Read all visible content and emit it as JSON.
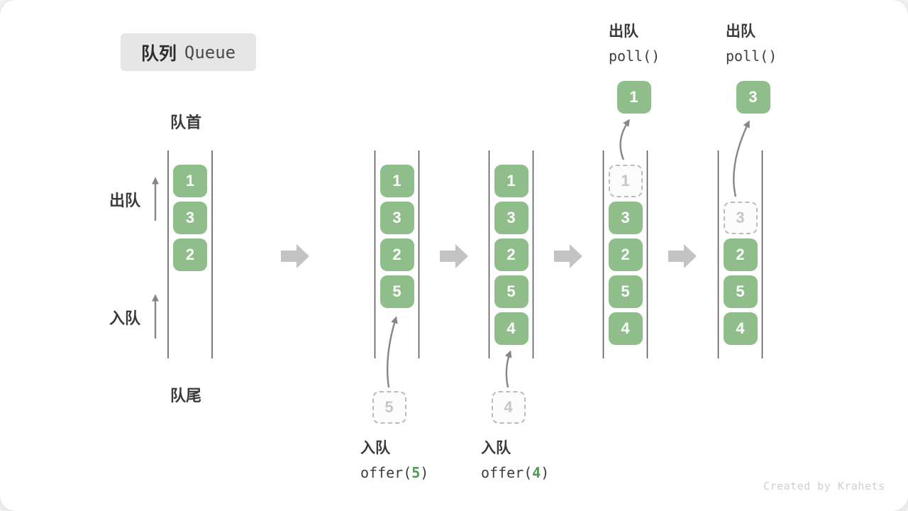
{
  "title": {
    "zh": "队列",
    "en": "Queue"
  },
  "labels": {
    "front": "队首",
    "rear": "队尾",
    "dequeue": "出队",
    "enqueue": "入队"
  },
  "watermark": "Created by Krahets",
  "colors": {
    "box_green": "#8FBE8A",
    "box_text": "#ffffff",
    "arg_green": "#4E9C50",
    "ghost_border": "#bbbbbb",
    "ghost_text": "#c6c6c6",
    "wall": "#5a5a5a",
    "block_arrow": "#c3c3c3",
    "curve_arrow": "#868686",
    "title_bg": "#e6e6e6",
    "title_en_text": "#4a4a4a",
    "watermark_text": "#cfcfcf"
  },
  "chart_data": {
    "type": "diagram-queue-states",
    "states": [
      {
        "name": "initial-queue",
        "slots": [
          {
            "value": "1",
            "type": "solid"
          },
          {
            "value": "3",
            "type": "solid"
          },
          {
            "value": "2",
            "type": "solid"
          }
        ]
      },
      {
        "name": "after-offer-5",
        "slots": [
          {
            "value": "1",
            "type": "solid"
          },
          {
            "value": "3",
            "type": "solid"
          },
          {
            "value": "2",
            "type": "solid"
          },
          {
            "value": "5",
            "type": "solid"
          }
        ],
        "incoming": {
          "value": "5"
        },
        "caption": {
          "label": "入队",
          "code_before": "offer(",
          "code_arg": "5",
          "code_after": ")"
        }
      },
      {
        "name": "after-offer-4",
        "slots": [
          {
            "value": "1",
            "type": "solid"
          },
          {
            "value": "3",
            "type": "solid"
          },
          {
            "value": "2",
            "type": "solid"
          },
          {
            "value": "5",
            "type": "solid"
          },
          {
            "value": "4",
            "type": "solid"
          }
        ],
        "incoming": {
          "value": "4"
        },
        "caption": {
          "label": "入队",
          "code_before": "offer(",
          "code_arg": "4",
          "code_after": ")"
        }
      },
      {
        "name": "after-poll-1",
        "slots": [
          {
            "value": "1",
            "type": "ghost"
          },
          {
            "value": "3",
            "type": "solid"
          },
          {
            "value": "2",
            "type": "solid"
          },
          {
            "value": "5",
            "type": "solid"
          },
          {
            "value": "4",
            "type": "solid"
          }
        ],
        "outgoing": {
          "value": "1"
        },
        "top_label": {
          "label": "出队",
          "code": "poll()"
        }
      },
      {
        "name": "after-poll-3",
        "slots": [
          {
            "type": "empty"
          },
          {
            "value": "3",
            "type": "ghost"
          },
          {
            "value": "2",
            "type": "solid"
          },
          {
            "value": "5",
            "type": "solid"
          },
          {
            "value": "4",
            "type": "solid"
          }
        ],
        "outgoing": {
          "value": "3"
        },
        "top_label": {
          "label": "出队",
          "code": "poll()"
        }
      }
    ]
  }
}
